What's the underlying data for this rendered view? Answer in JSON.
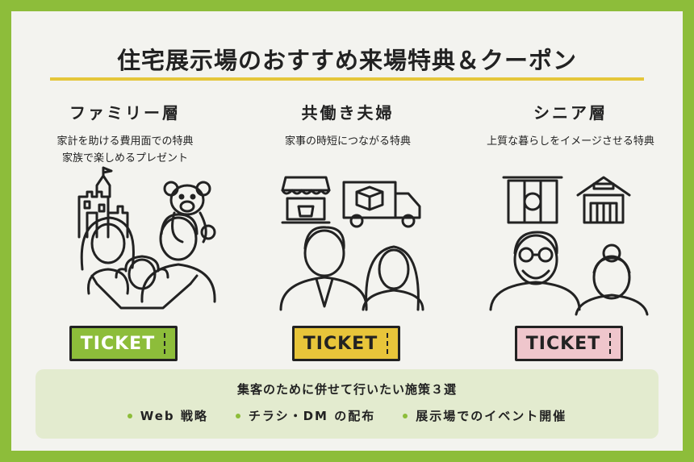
{
  "title": "住宅展示場のおすすめ来場特典＆クーポン",
  "columns": [
    {
      "heading": "ファミリー層",
      "desc_lines": [
        "家計を助ける費用面での特典",
        "家族で楽しめるプレゼント"
      ],
      "ticket_label": "TICKET",
      "ticket_color": "#8dbd3a"
    },
    {
      "heading": "共働き夫婦",
      "desc_lines": [
        "家事の時短につながる特典"
      ],
      "ticket_label": "TICKET",
      "ticket_color": "#e8c53a"
    },
    {
      "heading": "シニア層",
      "desc_lines": [
        "上質な暮らしをイメージさせる特典"
      ],
      "ticket_label": "TICKET",
      "ticket_color": "#efc6cc"
    }
  ],
  "bottom": {
    "title": "集客のために併せて行いたい施策３選",
    "items": [
      "Web 戦略",
      "チラシ・DM の配布",
      "展示場でのイベント開催"
    ]
  },
  "colors": {
    "background": "#8dbd3a",
    "accent_line": "#e5c63a",
    "panel": "#e3ebcf"
  },
  "icons": [
    "castle-icon",
    "teddy-bear-icon",
    "family-icon",
    "shop-icon",
    "delivery-truck-icon",
    "couple-icon",
    "noren-icon",
    "japanese-house-icon",
    "senior-couple-icon"
  ]
}
